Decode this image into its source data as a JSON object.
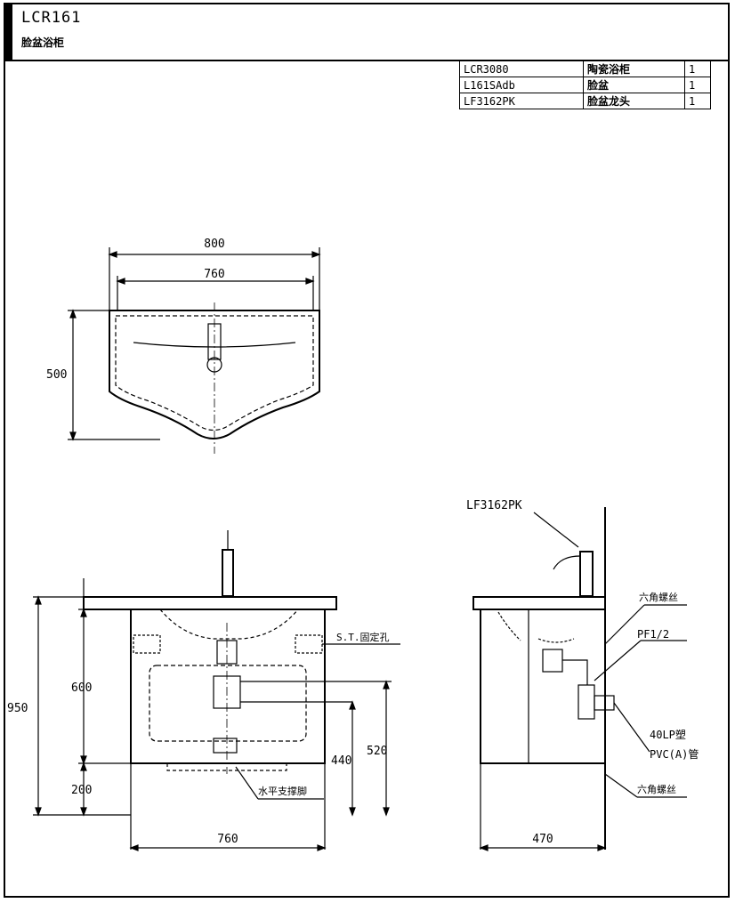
{
  "header": {
    "model": "LCR161",
    "model_name": "脸盆浴柜"
  },
  "parts_table": [
    {
      "code": "LCR3080",
      "name": "陶瓷浴柜",
      "qty": "1"
    },
    {
      "code": "L161SAdb",
      "name": "脸盆",
      "qty": "1"
    },
    {
      "code": "LF3162PK",
      "name": "脸盆龙头",
      "qty": "1"
    }
  ],
  "top_view": {
    "dim_outer_width": "800",
    "dim_inner_width": "760",
    "dim_depth": "500"
  },
  "front_view": {
    "dim_total_height": "950",
    "dim_cabinet_height": "600",
    "dim_leg_height": "200",
    "dim_width": "760",
    "dim_440": "440",
    "dim_520": "520",
    "label_st": "S.T.固定孔",
    "label_level": "水平支撑脚"
  },
  "side_view": {
    "faucet_label": "LF3162PK",
    "label_screw_top": "六角螺丝",
    "label_pf": "PF1/2",
    "label_pipe_1": "40LP塑",
    "label_pipe_2": "PVC(A)管",
    "label_screw_bottom": "六角螺丝",
    "dim_depth": "470"
  }
}
